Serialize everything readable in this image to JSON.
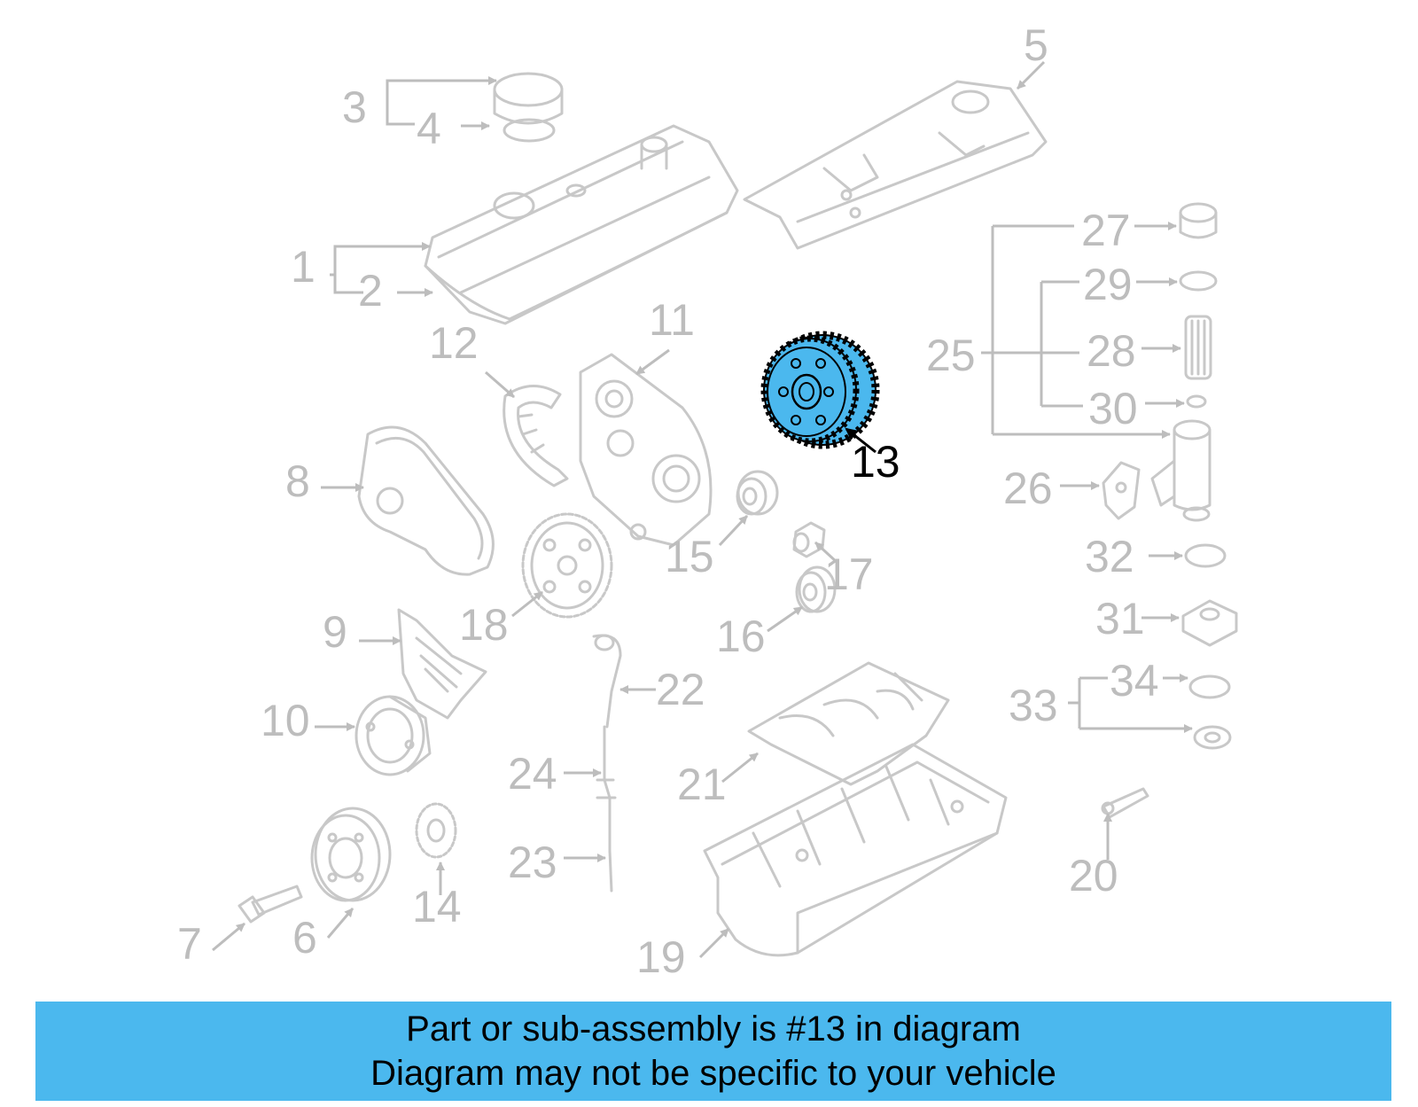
{
  "highlight": {
    "part": "13",
    "color": "#4bb8ee",
    "outline_color": "#000000"
  },
  "callouts": [
    {
      "id": "c1",
      "label": "1"
    },
    {
      "id": "c2",
      "label": "2"
    },
    {
      "id": "c3",
      "label": "3"
    },
    {
      "id": "c4",
      "label": "4"
    },
    {
      "id": "c5",
      "label": "5"
    },
    {
      "id": "c6",
      "label": "6"
    },
    {
      "id": "c7",
      "label": "7"
    },
    {
      "id": "c8",
      "label": "8"
    },
    {
      "id": "c9",
      "label": "9"
    },
    {
      "id": "c10",
      "label": "10"
    },
    {
      "id": "c11",
      "label": "11"
    },
    {
      "id": "c12",
      "label": "12"
    },
    {
      "id": "c13",
      "label": "13"
    },
    {
      "id": "c14",
      "label": "14"
    },
    {
      "id": "c15",
      "label": "15"
    },
    {
      "id": "c16",
      "label": "16"
    },
    {
      "id": "c17",
      "label": "17"
    },
    {
      "id": "c18",
      "label": "18"
    },
    {
      "id": "c19",
      "label": "19"
    },
    {
      "id": "c20",
      "label": "20"
    },
    {
      "id": "c21",
      "label": "21"
    },
    {
      "id": "c22",
      "label": "22"
    },
    {
      "id": "c23",
      "label": "23"
    },
    {
      "id": "c24",
      "label": "24"
    },
    {
      "id": "c25",
      "label": "25"
    },
    {
      "id": "c26",
      "label": "26"
    },
    {
      "id": "c27",
      "label": "27"
    },
    {
      "id": "c28",
      "label": "28"
    },
    {
      "id": "c29",
      "label": "29"
    },
    {
      "id": "c30",
      "label": "30"
    },
    {
      "id": "c31",
      "label": "31"
    },
    {
      "id": "c32",
      "label": "32"
    },
    {
      "id": "c33",
      "label": "33"
    },
    {
      "id": "c34",
      "label": "34"
    }
  ],
  "banner": {
    "line1": "Part or sub-assembly is #13 in diagram",
    "line2": "Diagram may not be specific to your vehicle",
    "background": "#4bb8ee"
  },
  "colors": {
    "part_stroke": "#c8c8c8",
    "callout_text": "#bdbdbd"
  }
}
